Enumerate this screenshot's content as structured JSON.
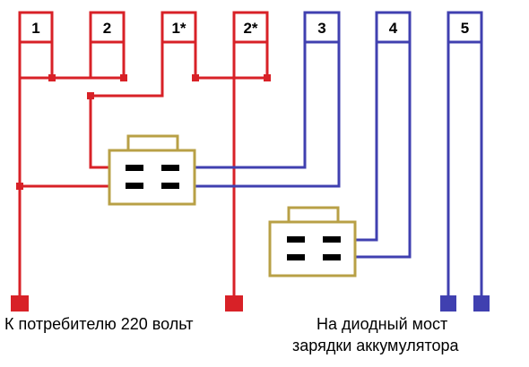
{
  "colors": {
    "red_wire": "#d82127",
    "blue_wire": "#4040b0",
    "connector": "#b8a046",
    "pin": "#000000",
    "background": "#ffffff"
  },
  "terminals": [
    {
      "id": "t1",
      "label": "1",
      "color": "red"
    },
    {
      "id": "t2",
      "label": "2",
      "color": "red"
    },
    {
      "id": "t1s",
      "label": "1*",
      "color": "red"
    },
    {
      "id": "t2s",
      "label": "2*",
      "color": "red"
    },
    {
      "id": "t3",
      "label": "3",
      "color": "blue"
    },
    {
      "id": "t4",
      "label": "4",
      "color": "blue"
    },
    {
      "id": "t5",
      "label": "5",
      "color": "blue"
    }
  ],
  "captions": {
    "consumer": "К потребителю 220 вольт",
    "bridge_line1": "На диодный мост",
    "bridge_line2": "зарядки аккумулятора"
  }
}
